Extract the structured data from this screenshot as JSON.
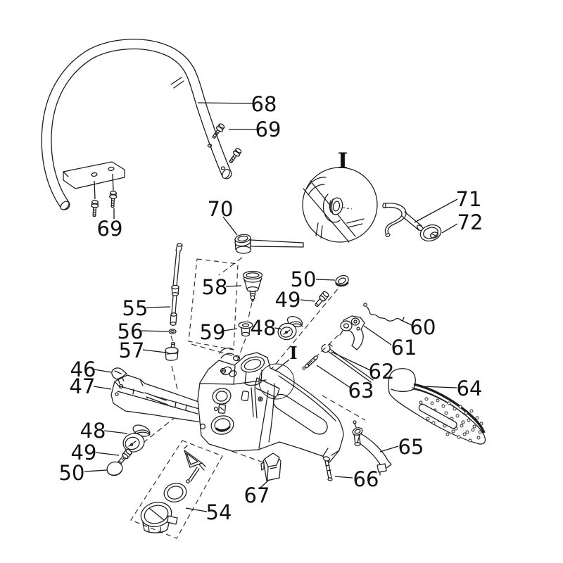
{
  "figure": {
    "background_color": "#ffffff",
    "line_color": "#1c1c1c",
    "type": "exploded-parts-diagram"
  },
  "detail_view": {
    "marker": "I",
    "body_marker": "I"
  },
  "part_labels": {
    "46": "46",
    "47": "47",
    "48": "48",
    "49": "49",
    "50": "50",
    "54": "54",
    "55": "55",
    "56": "56",
    "57": "57",
    "58": "58",
    "59": "59",
    "60": "60",
    "61": "61",
    "62": "62",
    "63": "63",
    "64": "64",
    "65": "65",
    "66": "66",
    "67": "67",
    "68": "68",
    "69": "69",
    "70": "70",
    "71": "71",
    "72": "72"
  }
}
